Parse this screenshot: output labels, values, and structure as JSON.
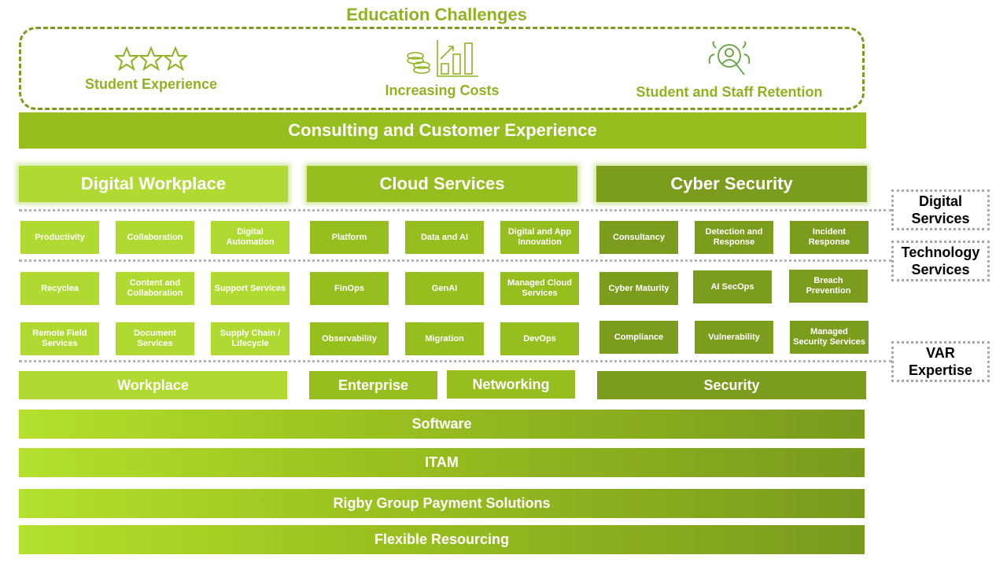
{
  "title": "Education Challenges",
  "challenges": [
    {
      "label": "Student Experience",
      "icon": "three-stars-icon"
    },
    {
      "label": "Increasing Costs",
      "icon": "coins-chart-icon"
    },
    {
      "label": "Student and Staff Retention",
      "icon": "people-search-icon"
    }
  ],
  "consulting": "Consulting and Customer Experience",
  "pillars": [
    {
      "name": "Digital Workplace",
      "tiles": [
        [
          "Productivity",
          "Collaboration",
          "Digital Automation"
        ],
        [
          "Recyclea",
          "Content and Collaboration",
          "Support Services"
        ],
        [
          "Remote Field Services",
          "Document Services",
          "Supply Chain / Lifecycle"
        ]
      ]
    },
    {
      "name": "Cloud Services",
      "tiles": [
        [
          "Platform",
          "Data and AI",
          "Digital and App Innovation"
        ],
        [
          "FinOps",
          "GenAI",
          "Managed Cloud Services"
        ],
        [
          "Observability",
          "Migration",
          "DevOps"
        ]
      ]
    },
    {
      "name": "Cyber Security",
      "tiles": [
        [
          "Consultancy",
          "Detection and Response",
          "Incident Response"
        ],
        [
          "Cyber Maturity",
          "AI SecOps",
          "Breach Prevention"
        ],
        [
          "Compliance",
          "Vulnerability",
          "Managed Security Services"
        ]
      ]
    }
  ],
  "side_labels": {
    "digital": "Digital Services",
    "technology": "Technology Services",
    "var": "VAR Expertise"
  },
  "var_row": {
    "workplace": "Workplace",
    "enterprise": "Enterprise",
    "networking": "Networking",
    "security": "Security"
  },
  "bands": [
    "Software",
    "ITAM",
    "Rigby Group Payment Solutions",
    "Flexible Resourcing"
  ],
  "colors": {
    "light_green": "#b0d932",
    "mid_green": "#97be1f",
    "dark_green": "#7c9c1e"
  }
}
